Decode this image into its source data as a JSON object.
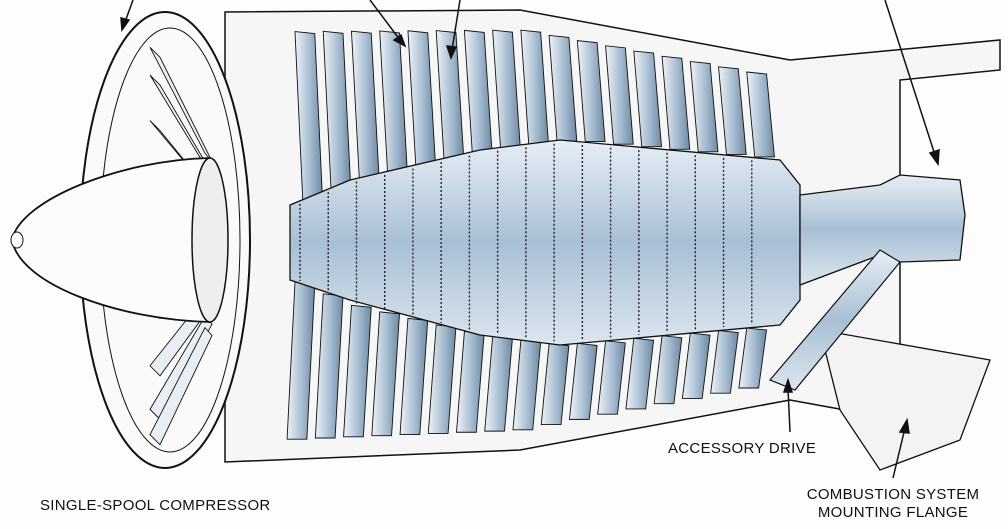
{
  "labels": {
    "accessory_drive": "ACCESSORY DRIVE",
    "flange_line1": "COMBUSTION SYSTEM",
    "flange_line2": "MOUNTING FLANGE",
    "caption": "SINGLE-SPOOL COMPRESSOR"
  },
  "colors": {
    "metal": "#a9bfd4",
    "metal_light": "#dbe6ef",
    "metal_dark": "#6f8aa3",
    "ink": "#111111"
  },
  "compressor_stages": 17
}
